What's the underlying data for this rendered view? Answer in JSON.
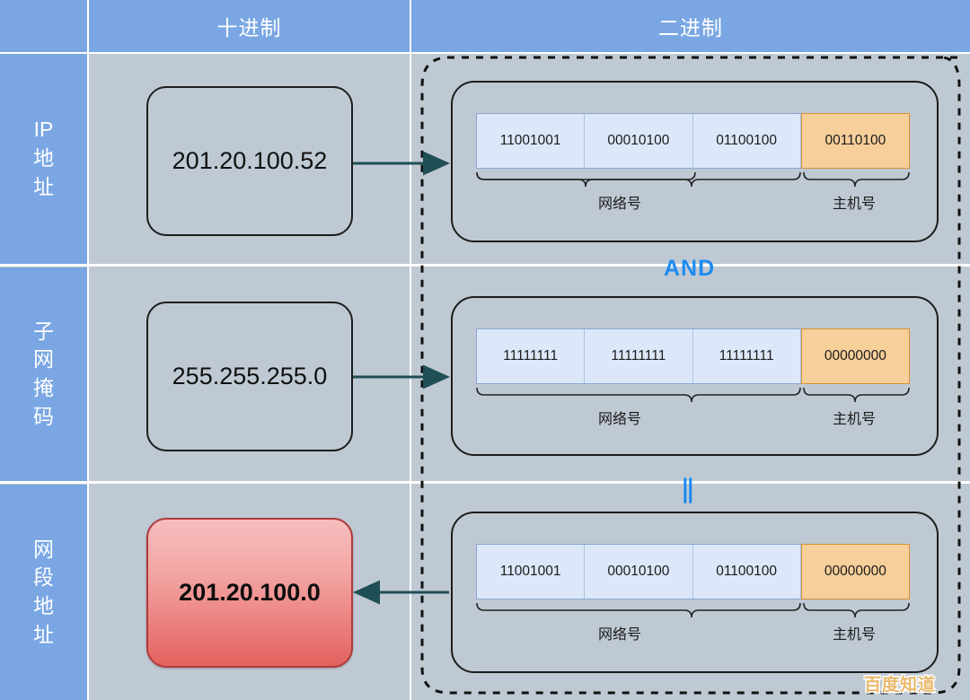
{
  "header": {
    "corner": "",
    "col_decimal": "十进制",
    "col_binary": "二进制"
  },
  "rows": [
    {
      "side_label": "IP地址",
      "decimal": "201.20.100.52",
      "octets": [
        "11001001",
        "00010100",
        "01100100",
        "00110100"
      ],
      "network_label": "网络号",
      "host_label": "主机号",
      "arrow_direction": "right",
      "highlight": false
    },
    {
      "side_label": "子网掩码",
      "decimal": "255.255.255.0",
      "octets": [
        "11111111",
        "11111111",
        "11111111",
        "00000000"
      ],
      "network_label": "网络号",
      "host_label": "主机号",
      "arrow_direction": "right",
      "highlight": false
    },
    {
      "side_label": "网段地址",
      "decimal": "201.20.100.0",
      "octets": [
        "11001001",
        "00010100",
        "01100100",
        "00000000"
      ],
      "network_label": "网络号",
      "host_label": "主机号",
      "arrow_direction": "left",
      "highlight": true
    }
  ],
  "operators": {
    "and": "AND",
    "equals": "||"
  },
  "watermark": "百度知道",
  "colors": {
    "header_blue": "#7aa7e3",
    "body_gray": "#bfc9d3",
    "network_cell": "#dce8f9",
    "host_cell": "#f7cf9a",
    "host_border": "#d79233",
    "operator_blue": "#1e8bf0",
    "arrow_teal": "#1f4e55",
    "result_red": "#e2625f",
    "watermark_gold": "#e9b96b"
  }
}
